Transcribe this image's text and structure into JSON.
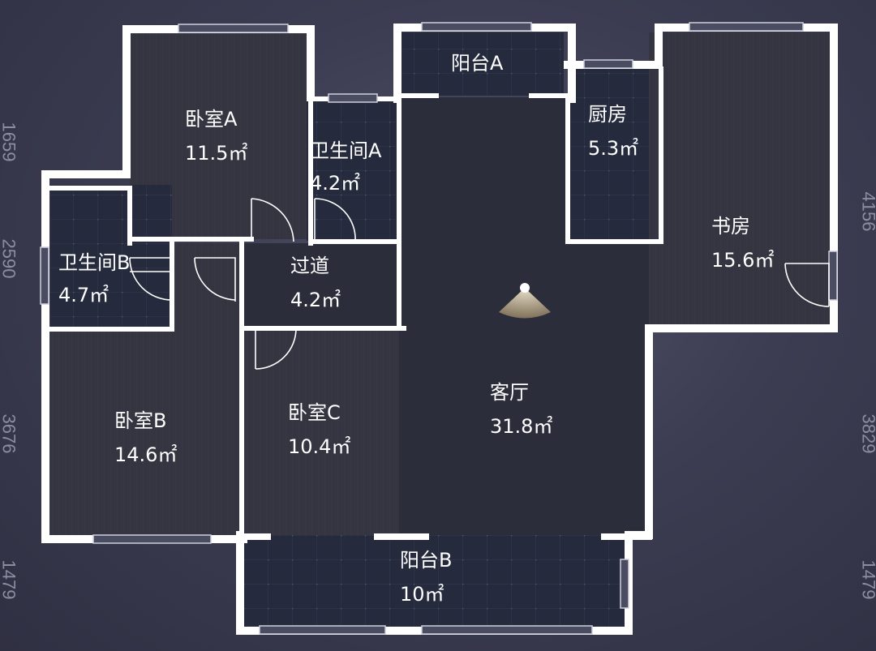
{
  "rooms": {
    "bedroom_a": {
      "name": "卧室A",
      "area": "11.5㎡"
    },
    "bathroom_a": {
      "name": "卫生间A",
      "area": "4.2㎡"
    },
    "balcony_a": {
      "name": "阳台A",
      "area": ""
    },
    "kitchen": {
      "name": "厨房",
      "area": "5.3㎡"
    },
    "study": {
      "name": "书房",
      "area": "15.6㎡"
    },
    "bathroom_b": {
      "name": "卫生间B",
      "area": "4.7㎡"
    },
    "corridor": {
      "name": "过道",
      "area": "4.2㎡"
    },
    "living_room": {
      "name": "客厅",
      "area": "31.8㎡"
    },
    "bedroom_b": {
      "name": "卧室B",
      "area": "14.6㎡"
    },
    "bedroom_c": {
      "name": "卧室C",
      "area": "10.4㎡"
    },
    "balcony_b": {
      "name": "阳台B",
      "area": "10㎡"
    }
  },
  "dimensions": {
    "left_top": "1659",
    "left_mid": "2590",
    "left_lower": "3676",
    "left_bottom": "1479",
    "right_top": "4156",
    "right_mid": "3829",
    "right_bottom": "1479"
  },
  "colors": {
    "wall": "#ffffff",
    "room_fill": "#2e2f3d",
    "tile_fill": "#262a3c",
    "wood_fill": "#34353f",
    "text": "#ffffff",
    "dimension_text": "#8c8e9f",
    "background": "#3c3d52"
  },
  "icons": {
    "view_marker": "camera-view-icon"
  }
}
